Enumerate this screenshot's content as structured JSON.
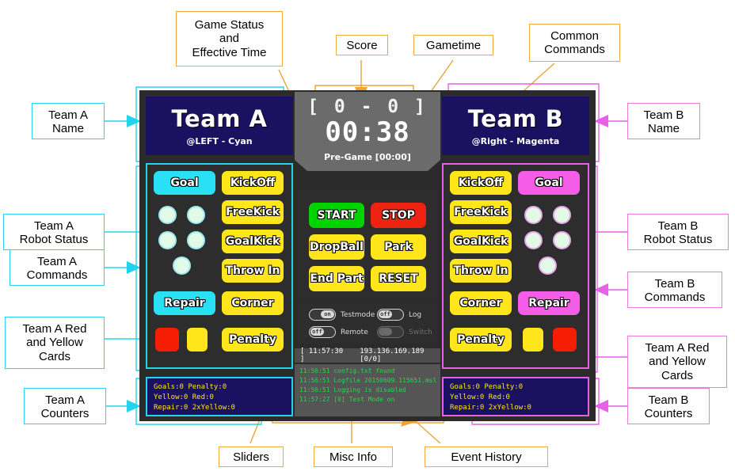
{
  "app": {
    "scoreboard": {
      "score": "[ 0 - 0 ]",
      "gametime": "00:38",
      "status": "Pre-Game [00:00]"
    },
    "teamA": {
      "name": "Team A",
      "subtitle": "@LEFT - Cyan",
      "accent": "#22d3ee",
      "goal_label": "Goal",
      "repair_label": "Repair",
      "commands": [
        "KickOff",
        "FreeKick",
        "GoalKick",
        "Throw In",
        "Corner",
        "Penalty"
      ],
      "robots": [
        1,
        2,
        3,
        4,
        5
      ],
      "cards": [
        "red",
        "yellow"
      ],
      "counters": [
        "Goals:0 Penalty:0",
        "Yellow:0 Red:0",
        "Repair:0 2xYellow:0"
      ]
    },
    "teamB": {
      "name": "Team B",
      "subtitle": "@Right - Magenta",
      "accent": "#e661e6",
      "goal_label": "Goal",
      "repair_label": "Repair",
      "commands": [
        "KickOff",
        "FreeKick",
        "GoalKick",
        "Throw In",
        "Corner",
        "Penalty"
      ],
      "robots": [
        1,
        2,
        3,
        4,
        5
      ],
      "cards": [
        "yellow",
        "red"
      ],
      "counters": [
        "Goals:0 Penalty:0",
        "Yellow:0 Red:0",
        "Repair:0 2xYellow:0"
      ]
    },
    "common_commands": [
      {
        "label": "START",
        "color": "green"
      },
      {
        "label": "STOP",
        "color": "red"
      },
      {
        "label": "DropBall",
        "color": "yellow"
      },
      {
        "label": "Park",
        "color": "yellow"
      },
      {
        "label": "End Part",
        "color": "yellow"
      },
      {
        "label": "RESET",
        "color": "yellow"
      }
    ],
    "sliders": [
      {
        "label": "Testmode",
        "state": "on",
        "knob": "on",
        "disabled": false
      },
      {
        "label": "Log",
        "state": "off",
        "knob": "off",
        "disabled": false
      },
      {
        "label": "Remote",
        "state": "off",
        "knob": "off",
        "disabled": false
      },
      {
        "label": "Switch",
        "state": "off",
        "knob": "",
        "disabled": true
      }
    ],
    "misc": {
      "time": "[ 11:57:30 ]",
      "ip": "193.136.169.189 [0/0]"
    },
    "history": [
      "11:56:51 config.txt found",
      "11:56:51 Logfile 20150609.115651.msl",
      "11:56:51 Logging is disabled",
      "11:57:27 [0] Test Mode on"
    ]
  },
  "annotations": {
    "game_status": "Game Status\nand\nEffective Time",
    "score": "Score",
    "gametime": "Gametime",
    "common_commands": "Common\nCommands",
    "team_a_name": "Team A\nName",
    "team_a_robot_status": "Team A\nRobot Status",
    "team_a_commands": "Team A\nCommands",
    "team_a_cards": "Team A Red\nand Yellow\nCards",
    "team_a_counters": "Team A\nCounters",
    "team_b_name": "Team B\nName",
    "team_b_robot_status": "Team B\nRobot Status",
    "team_b_commands": "Team B\nCommands",
    "team_b_cards": "Team A Red\nand Yellow\nCards",
    "team_b_counters": "Team B\nCounters",
    "sliders": "Sliders",
    "misc_info": "Misc Info",
    "event_history": "Event History"
  }
}
